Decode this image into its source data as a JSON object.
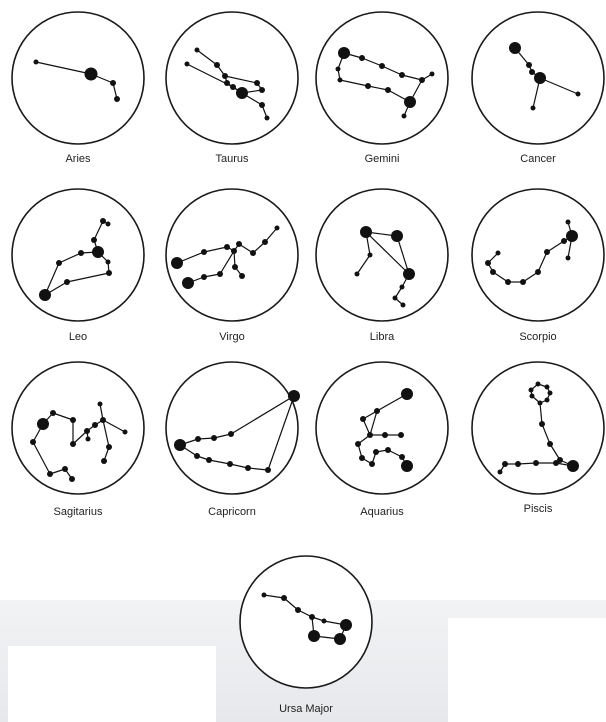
{
  "colors": {
    "ink": "#111111",
    "circle_stroke": "#1a1a1a",
    "paper": "#ffffff"
  },
  "constellations": [
    {
      "name": "Aries",
      "stars": [
        [
          -42,
          -16,
          2.5
        ],
        [
          13,
          -4,
          6.5
        ],
        [
          35,
          5,
          3
        ],
        [
          39,
          21,
          3
        ]
      ],
      "lines": [
        [
          0,
          1
        ],
        [
          1,
          2
        ],
        [
          2,
          3
        ]
      ]
    },
    {
      "name": "Taurus",
      "stars": [
        [
          -35,
          -28,
          2.5
        ],
        [
          -15,
          -13,
          3
        ],
        [
          -45,
          -14,
          2.5
        ],
        [
          -7,
          -2,
          3
        ],
        [
          -5,
          5,
          3
        ],
        [
          1,
          9,
          3
        ],
        [
          10,
          15,
          6
        ],
        [
          30,
          27,
          3
        ],
        [
          35,
          40,
          2.5
        ],
        [
          25,
          5,
          3
        ],
        [
          30,
          12,
          3
        ]
      ],
      "lines": [
        [
          0,
          1
        ],
        [
          1,
          3
        ],
        [
          3,
          4
        ],
        [
          4,
          6
        ],
        [
          2,
          5
        ],
        [
          5,
          6
        ],
        [
          6,
          7
        ],
        [
          7,
          8
        ],
        [
          3,
          9
        ],
        [
          9,
          10
        ],
        [
          10,
          6
        ]
      ]
    },
    {
      "name": "Gemini",
      "stars": [
        [
          -38,
          -25,
          6
        ],
        [
          -20,
          -20,
          3
        ],
        [
          0,
          -12,
          3
        ],
        [
          20,
          -3,
          3
        ],
        [
          40,
          2,
          3
        ],
        [
          50,
          -4,
          2.5
        ],
        [
          -44,
          -9,
          2.5
        ],
        [
          -42,
          2,
          2.5
        ],
        [
          -14,
          8,
          3
        ],
        [
          6,
          12,
          3
        ],
        [
          28,
          24,
          6
        ],
        [
          22,
          38,
          2.5
        ]
      ],
      "lines": [
        [
          0,
          1
        ],
        [
          1,
          2
        ],
        [
          2,
          3
        ],
        [
          3,
          4
        ],
        [
          4,
          5
        ],
        [
          0,
          6
        ],
        [
          6,
          7
        ],
        [
          7,
          8
        ],
        [
          8,
          9
        ],
        [
          9,
          10
        ],
        [
          10,
          11
        ],
        [
          4,
          10
        ]
      ]
    },
    {
      "name": "Cancer",
      "stars": [
        [
          -23,
          -30,
          6
        ],
        [
          -9,
          -13,
          3
        ],
        [
          -6,
          -6,
          3
        ],
        [
          2,
          0,
          6
        ],
        [
          40,
          16,
          2.5
        ],
        [
          -5,
          30,
          2.5
        ]
      ],
      "lines": [
        [
          0,
          1
        ],
        [
          1,
          2
        ],
        [
          2,
          3
        ],
        [
          3,
          4
        ],
        [
          3,
          5
        ]
      ]
    },
    {
      "name": "Leo",
      "stars": [
        [
          25,
          -34,
          3
        ],
        [
          30,
          -31,
          2.5
        ],
        [
          16,
          -15,
          3
        ],
        [
          20,
          -3,
          6
        ],
        [
          30,
          7,
          2.5
        ],
        [
          31,
          18,
          3
        ],
        [
          -11,
          27,
          3
        ],
        [
          -33,
          40,
          6
        ],
        [
          -19,
          8,
          3
        ],
        [
          3,
          -2,
          3
        ]
      ],
      "lines": [
        [
          0,
          1
        ],
        [
          0,
          2
        ],
        [
          2,
          3
        ],
        [
          3,
          4
        ],
        [
          4,
          5
        ],
        [
          5,
          6
        ],
        [
          6,
          7
        ],
        [
          7,
          8
        ],
        [
          8,
          9
        ],
        [
          9,
          3
        ]
      ]
    },
    {
      "name": "Virgo",
      "stars": [
        [
          45,
          -27,
          2.5
        ],
        [
          33,
          -13,
          3
        ],
        [
          21,
          -2,
          3
        ],
        [
          7,
          -11,
          3
        ],
        [
          2,
          -4,
          3
        ],
        [
          -5,
          -8,
          3
        ],
        [
          -28,
          -3,
          3
        ],
        [
          -55,
          8,
          6
        ],
        [
          -44,
          28,
          6
        ],
        [
          -28,
          22,
          3
        ],
        [
          -12,
          19,
          3
        ],
        [
          3,
          12,
          3
        ],
        [
          10,
          21,
          3
        ]
      ],
      "lines": [
        [
          0,
          1
        ],
        [
          1,
          2
        ],
        [
          2,
          3
        ],
        [
          3,
          4
        ],
        [
          4,
          5
        ],
        [
          5,
          6
        ],
        [
          6,
          7
        ],
        [
          4,
          11
        ],
        [
          11,
          12
        ],
        [
          4,
          10
        ],
        [
          10,
          9
        ],
        [
          9,
          8
        ]
      ]
    },
    {
      "name": "Libra",
      "stars": [
        [
          -16,
          -23,
          6
        ],
        [
          15,
          -19,
          6
        ],
        [
          27,
          19,
          6
        ],
        [
          -12,
          0,
          2.5
        ],
        [
          -25,
          19,
          2.5
        ],
        [
          20,
          32,
          2.5
        ],
        [
          13,
          43,
          2.5
        ],
        [
          21,
          50,
          2.5
        ]
      ],
      "lines": [
        [
          0,
          1
        ],
        [
          0,
          2
        ],
        [
          1,
          2
        ],
        [
          0,
          3
        ],
        [
          3,
          4
        ],
        [
          2,
          5
        ],
        [
          5,
          6
        ],
        [
          6,
          7
        ]
      ]
    },
    {
      "name": "Scorpio",
      "stars": [
        [
          30,
          -33,
          2.5
        ],
        [
          34,
          -19,
          6
        ],
        [
          26,
          -14,
          3
        ],
        [
          9,
          -3,
          3
        ],
        [
          0,
          17,
          3
        ],
        [
          -15,
          27,
          3
        ],
        [
          -30,
          27,
          3
        ],
        [
          -45,
          17,
          3
        ],
        [
          -50,
          8,
          3
        ],
        [
          -40,
          -2,
          2.5
        ],
        [
          30,
          3,
          2.5
        ]
      ],
      "lines": [
        [
          0,
          1
        ],
        [
          1,
          2
        ],
        [
          2,
          3
        ],
        [
          3,
          4
        ],
        [
          4,
          5
        ],
        [
          5,
          6
        ],
        [
          6,
          7
        ],
        [
          7,
          8
        ],
        [
          8,
          9
        ],
        [
          1,
          10
        ]
      ]
    },
    {
      "name": "Sagitarius",
      "stars": [
        [
          -35,
          -4,
          6
        ],
        [
          -45,
          14,
          3
        ],
        [
          -28,
          46,
          3
        ],
        [
          -13,
          41,
          3
        ],
        [
          -6,
          51,
          3
        ],
        [
          -25,
          -15,
          3
        ],
        [
          -5,
          -8,
          3
        ],
        [
          -5,
          16,
          3
        ],
        [
          9,
          3,
          3
        ],
        [
          17,
          -3,
          3
        ],
        [
          25,
          -8,
          3
        ],
        [
          22,
          -24,
          2.5
        ],
        [
          47,
          4,
          2.5
        ],
        [
          31,
          19,
          3
        ],
        [
          26,
          33,
          3
        ],
        [
          10,
          11,
          2.5
        ]
      ],
      "lines": [
        [
          0,
          1
        ],
        [
          1,
          2
        ],
        [
          2,
          3
        ],
        [
          3,
          4
        ],
        [
          0,
          5
        ],
        [
          5,
          6
        ],
        [
          6,
          7
        ],
        [
          7,
          8
        ],
        [
          8,
          9
        ],
        [
          9,
          10
        ],
        [
          10,
          11
        ],
        [
          10,
          12
        ],
        [
          10,
          13
        ],
        [
          13,
          14
        ],
        [
          8,
          15
        ]
      ]
    },
    {
      "name": "Capricorn",
      "stars": [
        [
          -52,
          17,
          6
        ],
        [
          -34,
          11,
          3
        ],
        [
          -18,
          10,
          3
        ],
        [
          -1,
          6,
          3
        ],
        [
          62,
          -32,
          6
        ],
        [
          -35,
          28,
          3
        ],
        [
          -23,
          32,
          3
        ],
        [
          -2,
          36,
          3
        ],
        [
          16,
          40,
          3
        ],
        [
          36,
          42,
          3
        ]
      ],
      "lines": [
        [
          0,
          1
        ],
        [
          1,
          2
        ],
        [
          2,
          3
        ],
        [
          3,
          4
        ],
        [
          0,
          5
        ],
        [
          5,
          6
        ],
        [
          6,
          7
        ],
        [
          7,
          8
        ],
        [
          8,
          9
        ],
        [
          9,
          4
        ]
      ]
    },
    {
      "name": "Aquarius",
      "stars": [
        [
          25,
          -34,
          6
        ],
        [
          -5,
          -17,
          3
        ],
        [
          -19,
          -9,
          3
        ],
        [
          -12,
          7,
          3
        ],
        [
          -24,
          16,
          3
        ],
        [
          -20,
          30,
          3
        ],
        [
          -10,
          36,
          3
        ],
        [
          -6,
          24,
          3
        ],
        [
          6,
          22,
          3
        ],
        [
          20,
          29,
          3
        ],
        [
          25,
          38,
          6
        ],
        [
          3,
          7,
          3
        ],
        [
          19,
          7,
          3
        ]
      ],
      "lines": [
        [
          0,
          1
        ],
        [
          1,
          2
        ],
        [
          2,
          3
        ],
        [
          3,
          4
        ],
        [
          4,
          5
        ],
        [
          5,
          6
        ],
        [
          6,
          7
        ],
        [
          7,
          8
        ],
        [
          8,
          9
        ],
        [
          9,
          10
        ],
        [
          3,
          11
        ],
        [
          11,
          12
        ],
        [
          1,
          3
        ]
      ]
    },
    {
      "name": "Piscis",
      "stars": [
        [
          0,
          -44,
          2.5
        ],
        [
          9,
          -41,
          2.5
        ],
        [
          12,
          -35,
          2.5
        ],
        [
          9,
          -28,
          2.5
        ],
        [
          2,
          -25,
          2.5
        ],
        [
          -6,
          -32,
          2.5
        ],
        [
          -7,
          -38,
          2.5
        ],
        [
          4,
          -4,
          3
        ],
        [
          12,
          16,
          3
        ],
        [
          22,
          32,
          3
        ],
        [
          35,
          38,
          6
        ],
        [
          18,
          35,
          3
        ],
        [
          -2,
          35,
          3
        ],
        [
          -20,
          36,
          3
        ],
        [
          -33,
          36,
          3
        ],
        [
          -38,
          44,
          2.5
        ]
      ],
      "lines": [
        [
          0,
          1
        ],
        [
          1,
          2
        ],
        [
          2,
          3
        ],
        [
          3,
          4
        ],
        [
          4,
          5
        ],
        [
          5,
          6
        ],
        [
          6,
          0
        ],
        [
          4,
          7
        ],
        [
          7,
          8
        ],
        [
          8,
          9
        ],
        [
          9,
          10
        ],
        [
          10,
          11
        ],
        [
          11,
          12
        ],
        [
          12,
          13
        ],
        [
          13,
          14
        ],
        [
          14,
          15
        ]
      ]
    },
    {
      "name": "Ursa Major",
      "stars": [
        [
          -42,
          -27,
          2.5
        ],
        [
          -22,
          -24,
          3
        ],
        [
          -8,
          -12,
          3
        ],
        [
          6,
          -5,
          3
        ],
        [
          8,
          14,
          6
        ],
        [
          34,
          17,
          6
        ],
        [
          40,
          3,
          6
        ],
        [
          18,
          -1,
          2.5
        ]
      ],
      "lines": [
        [
          0,
          1
        ],
        [
          1,
          2
        ],
        [
          2,
          3
        ],
        [
          3,
          4
        ],
        [
          4,
          5
        ],
        [
          5,
          6
        ],
        [
          6,
          7
        ],
        [
          7,
          3
        ]
      ]
    }
  ]
}
